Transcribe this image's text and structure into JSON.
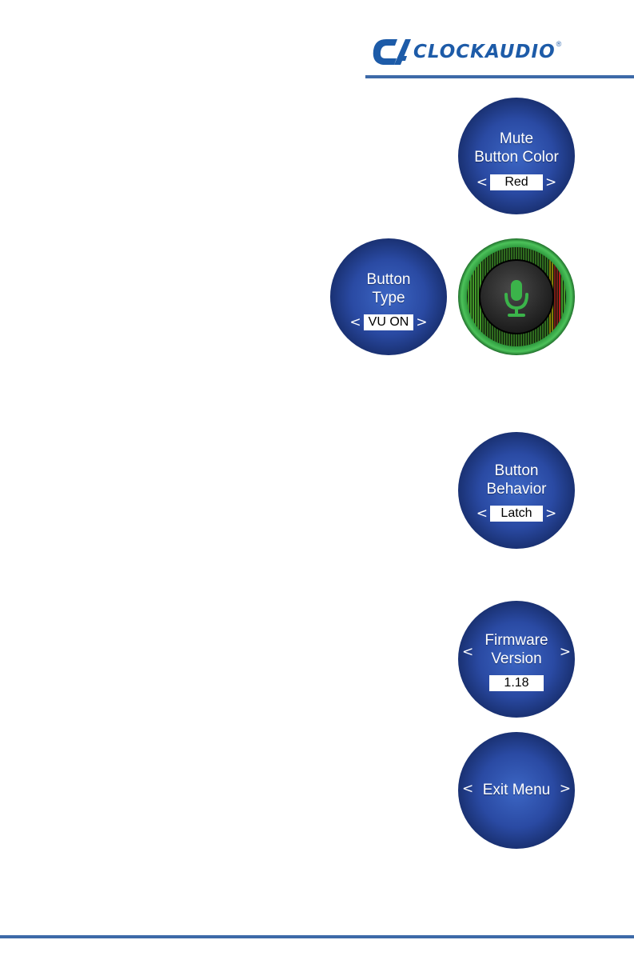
{
  "header": {
    "brand": "CLOCKAUDIO",
    "registered_mark": "®",
    "colors": {
      "brand_blue": "#1d5ba8",
      "rule_blue": "#3d6aa8"
    }
  },
  "screens": {
    "mute_color": {
      "title_line1": "Mute",
      "title_line2": "Button Color",
      "left_arrow": "<",
      "value": "Red",
      "right_arrow": ">"
    },
    "button_type": {
      "title_line1": "Button",
      "title_line2": "Type",
      "left_arrow": "<",
      "value": "VU ON",
      "right_arrow": ">"
    },
    "button_behavior": {
      "title_line1": "Button",
      "title_line2": "Behavior",
      "left_arrow": "<",
      "value": "Latch",
      "right_arrow": ">"
    },
    "firmware": {
      "title_line1": "Firmware",
      "title_line2": "Version",
      "left_arrow": "<",
      "value": "1.18",
      "right_arrow": ">"
    },
    "exit": {
      "left_arrow": "<",
      "title": "Exit Menu",
      "right_arrow": ">"
    }
  },
  "vu_display": {
    "icon": "microphone-icon",
    "colors": {
      "ring": "#3bb34a",
      "meter_green": "#4caf2e",
      "meter_yellow": "#e8d400",
      "meter_red": "#d21f1f",
      "mic": "#3bb34a"
    }
  }
}
